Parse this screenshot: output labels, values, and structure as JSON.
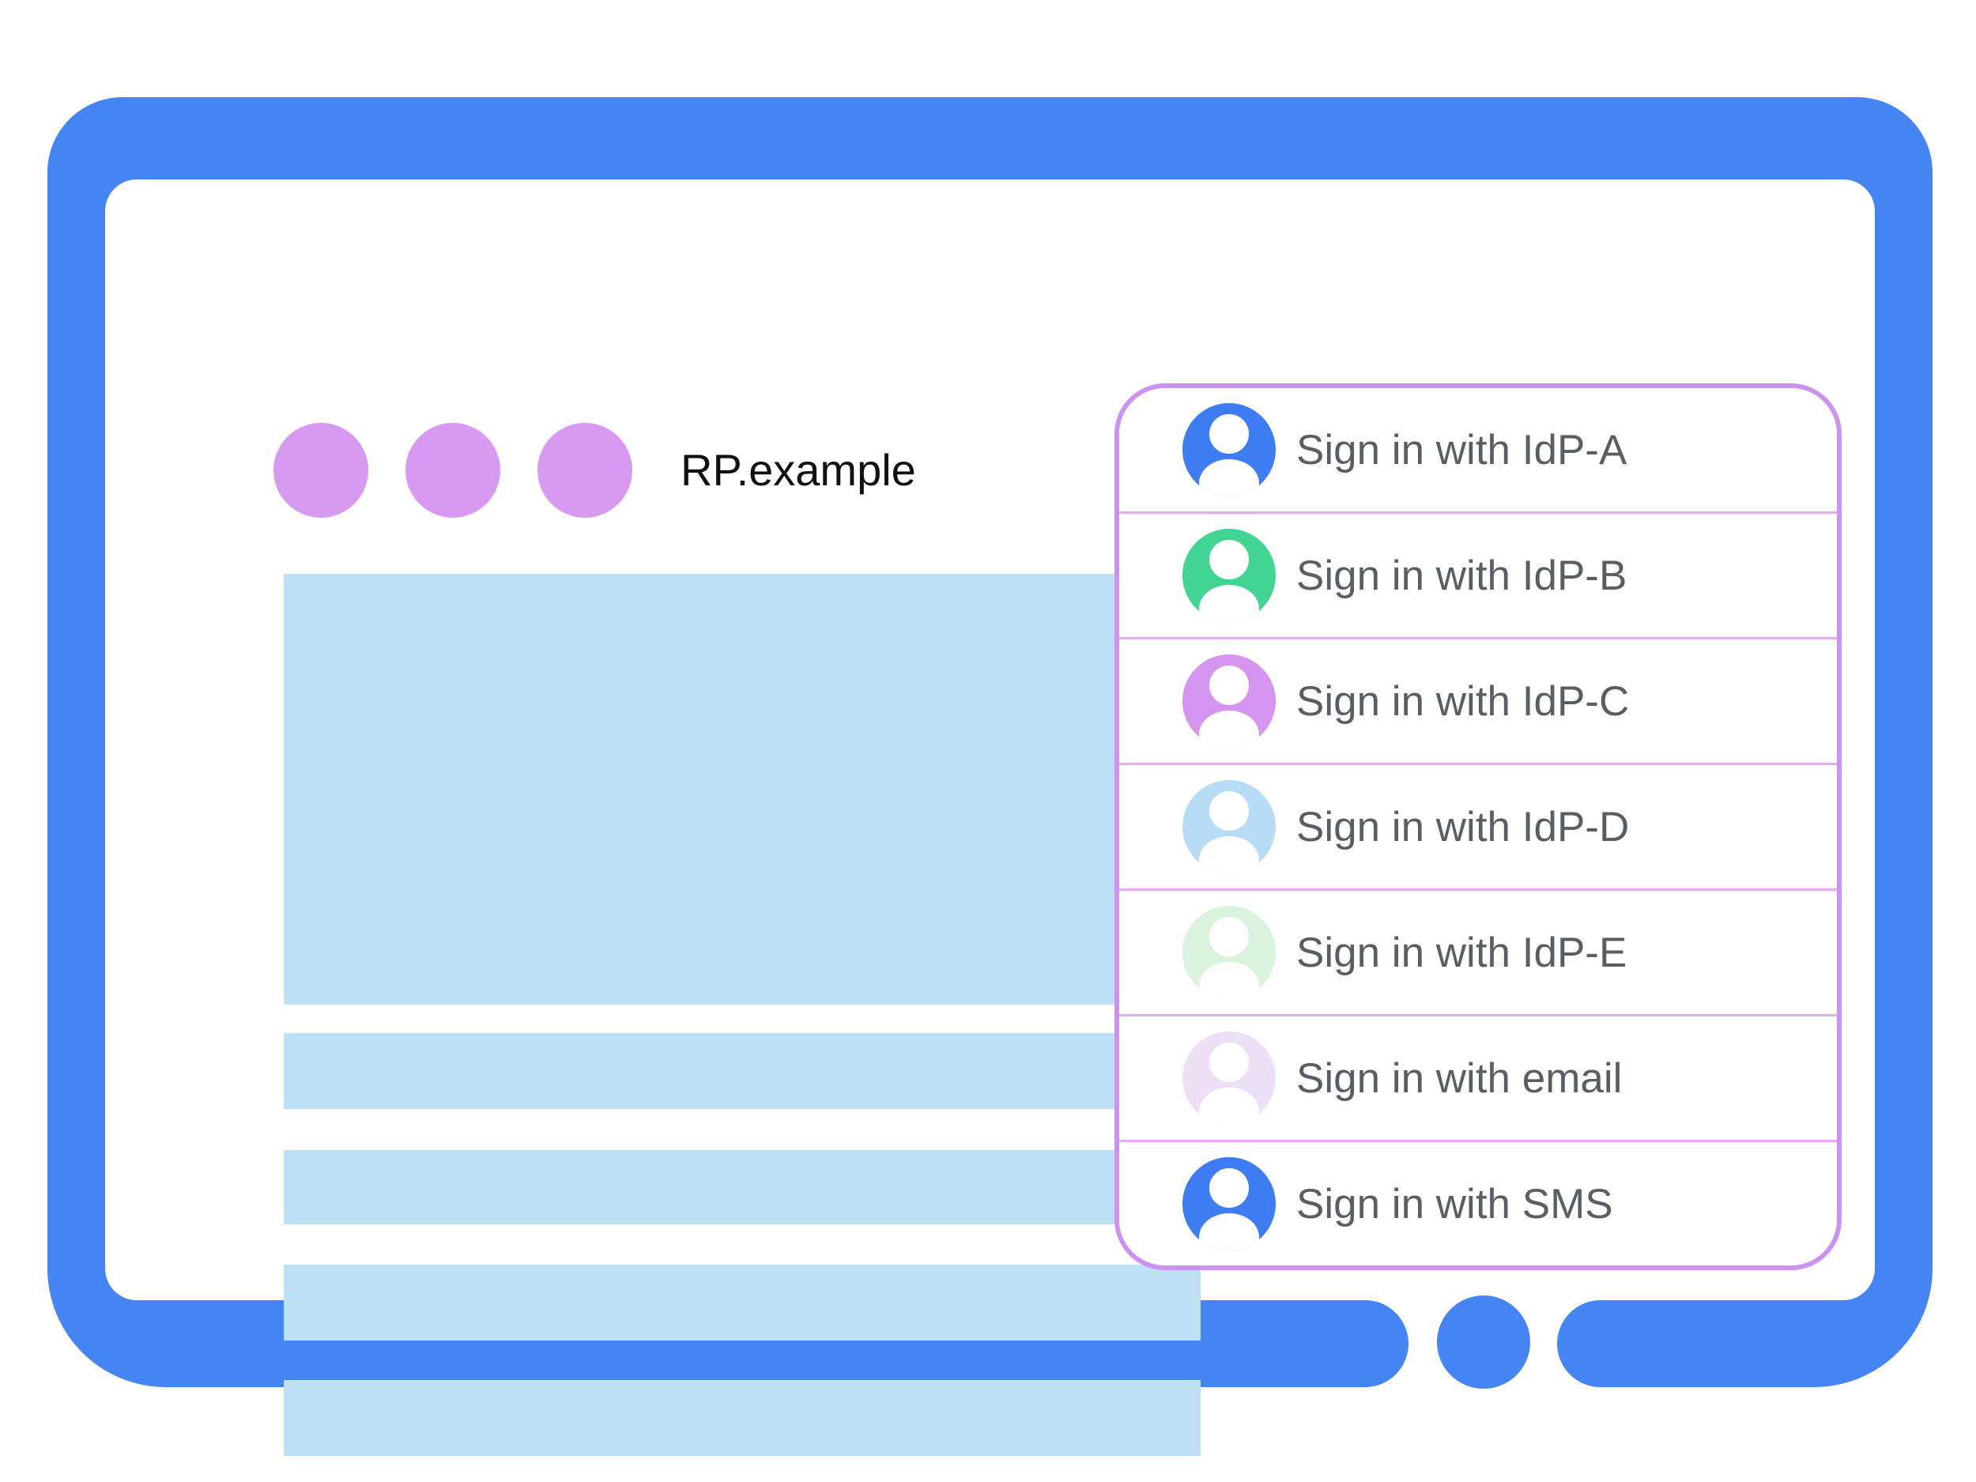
{
  "window": {
    "title": "RP.example",
    "dot_count": 3
  },
  "signin_panel": {
    "options": [
      {
        "label": "Sign in with IdP-A",
        "avatar_color": "#3D7CF2"
      },
      {
        "label": "Sign in with IdP-B",
        "avatar_color": "#42D492"
      },
      {
        "label": "Sign in with IdP-C",
        "avatar_color": "#D494F0"
      },
      {
        "label": "Sign in with IdP-D",
        "avatar_color": "#B8DCF5"
      },
      {
        "label": "Sign in with IdP-E",
        "avatar_color": "#D9F3DC"
      },
      {
        "label": "Sign in with email",
        "avatar_color": "#ECDFF6"
      },
      {
        "label": "Sign in with SMS",
        "avatar_color": "#3D7CF2"
      }
    ]
  },
  "colors": {
    "frame_blue": "#4484F3",
    "window_dot": "#D79AF0",
    "content_placeholder": "#BDE0F4",
    "panel_border": "#CD92F0",
    "row_separator": "#E6ABF3",
    "label_text": "#5A5E63",
    "title_text": "#111111",
    "avatar_glyph": "#FFFFFF"
  }
}
